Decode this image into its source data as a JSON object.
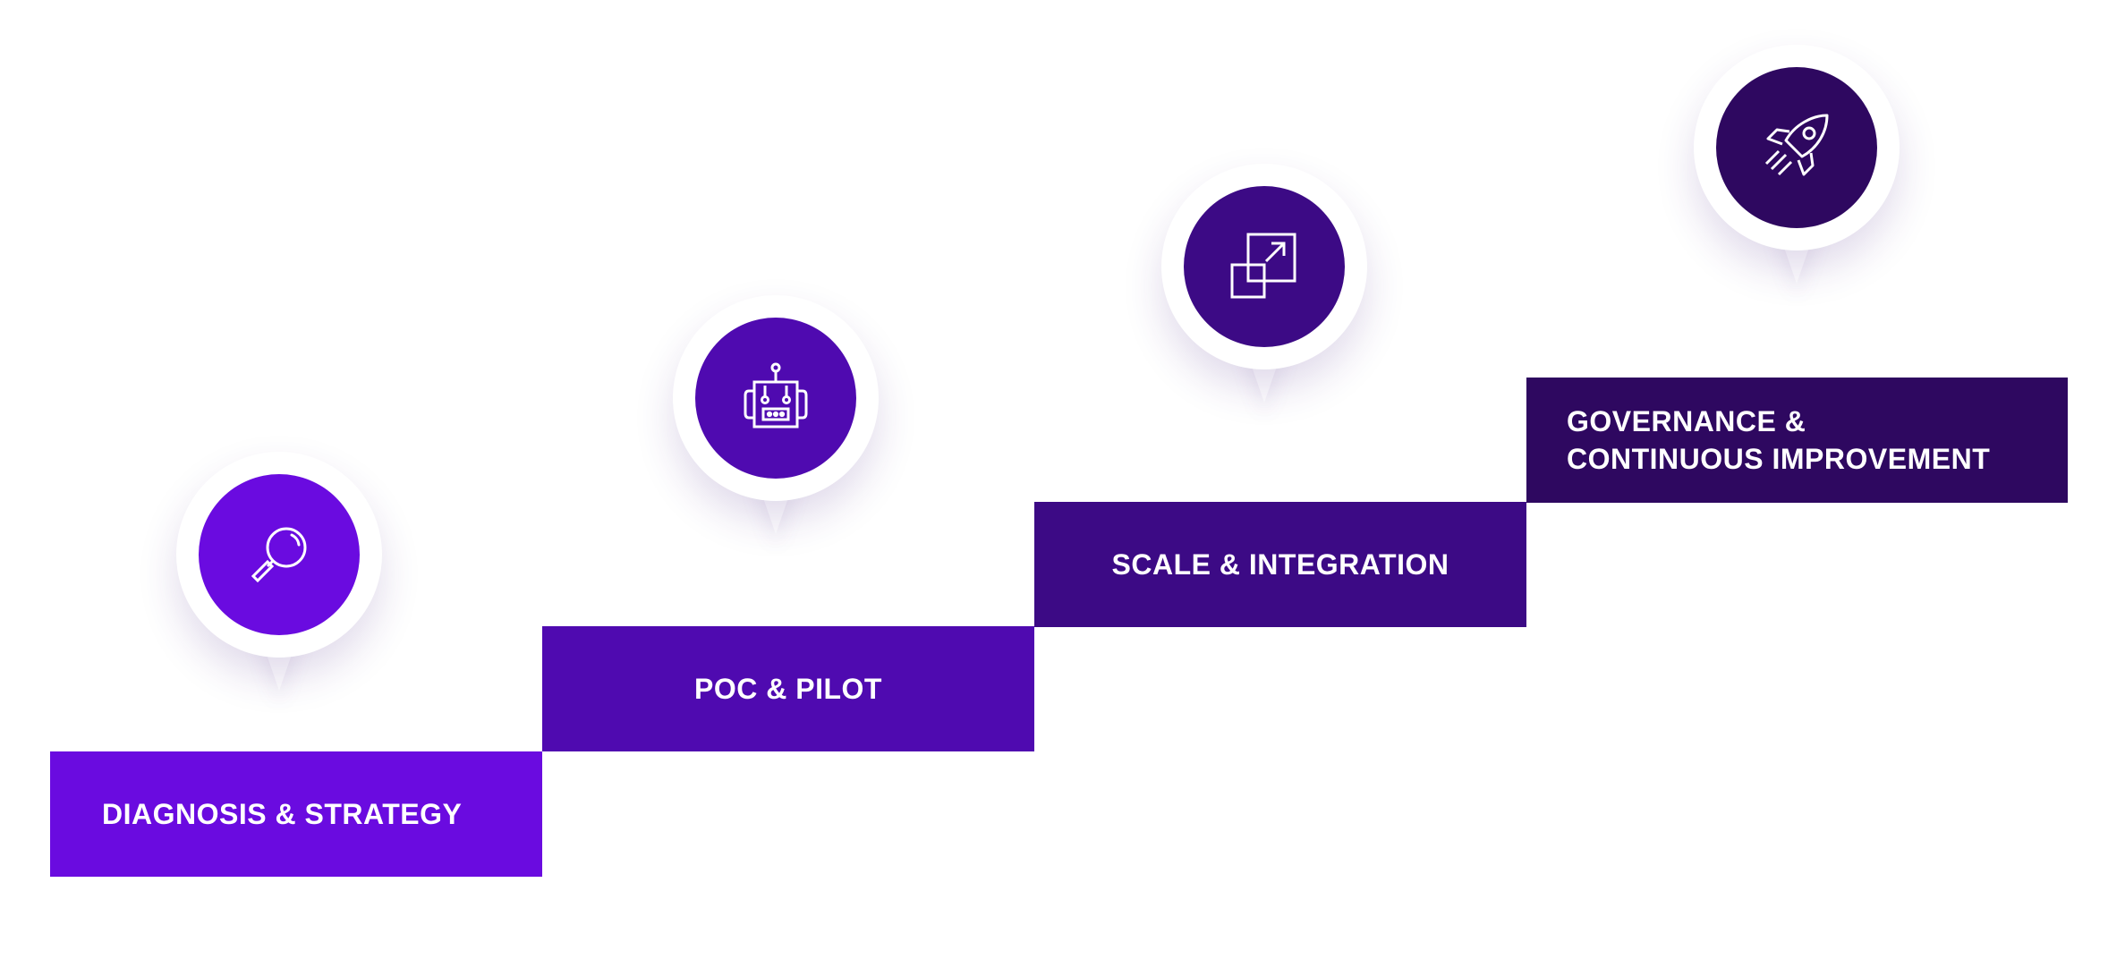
{
  "colors": {
    "stage_1": "#6a0be0",
    "stage_2": "#4f0ab0",
    "stage_3": "#3c0a85",
    "stage_4": "#2e0860",
    "pin_background": "#ffffff",
    "icon_stroke": "#ffffff"
  },
  "steps": [
    {
      "label": "DIAGNOSIS & STRATEGY",
      "icon": "magnifying-glass-icon"
    },
    {
      "label": "POC & PILOT",
      "icon": "robot-icon"
    },
    {
      "label": "SCALE & INTEGRATION",
      "icon": "expand-squares-icon"
    },
    {
      "label_lines": [
        "GOVERNANCE &",
        "CONTINUOUS IMPROVEMENT"
      ],
      "icon": "rocket-icon"
    }
  ]
}
